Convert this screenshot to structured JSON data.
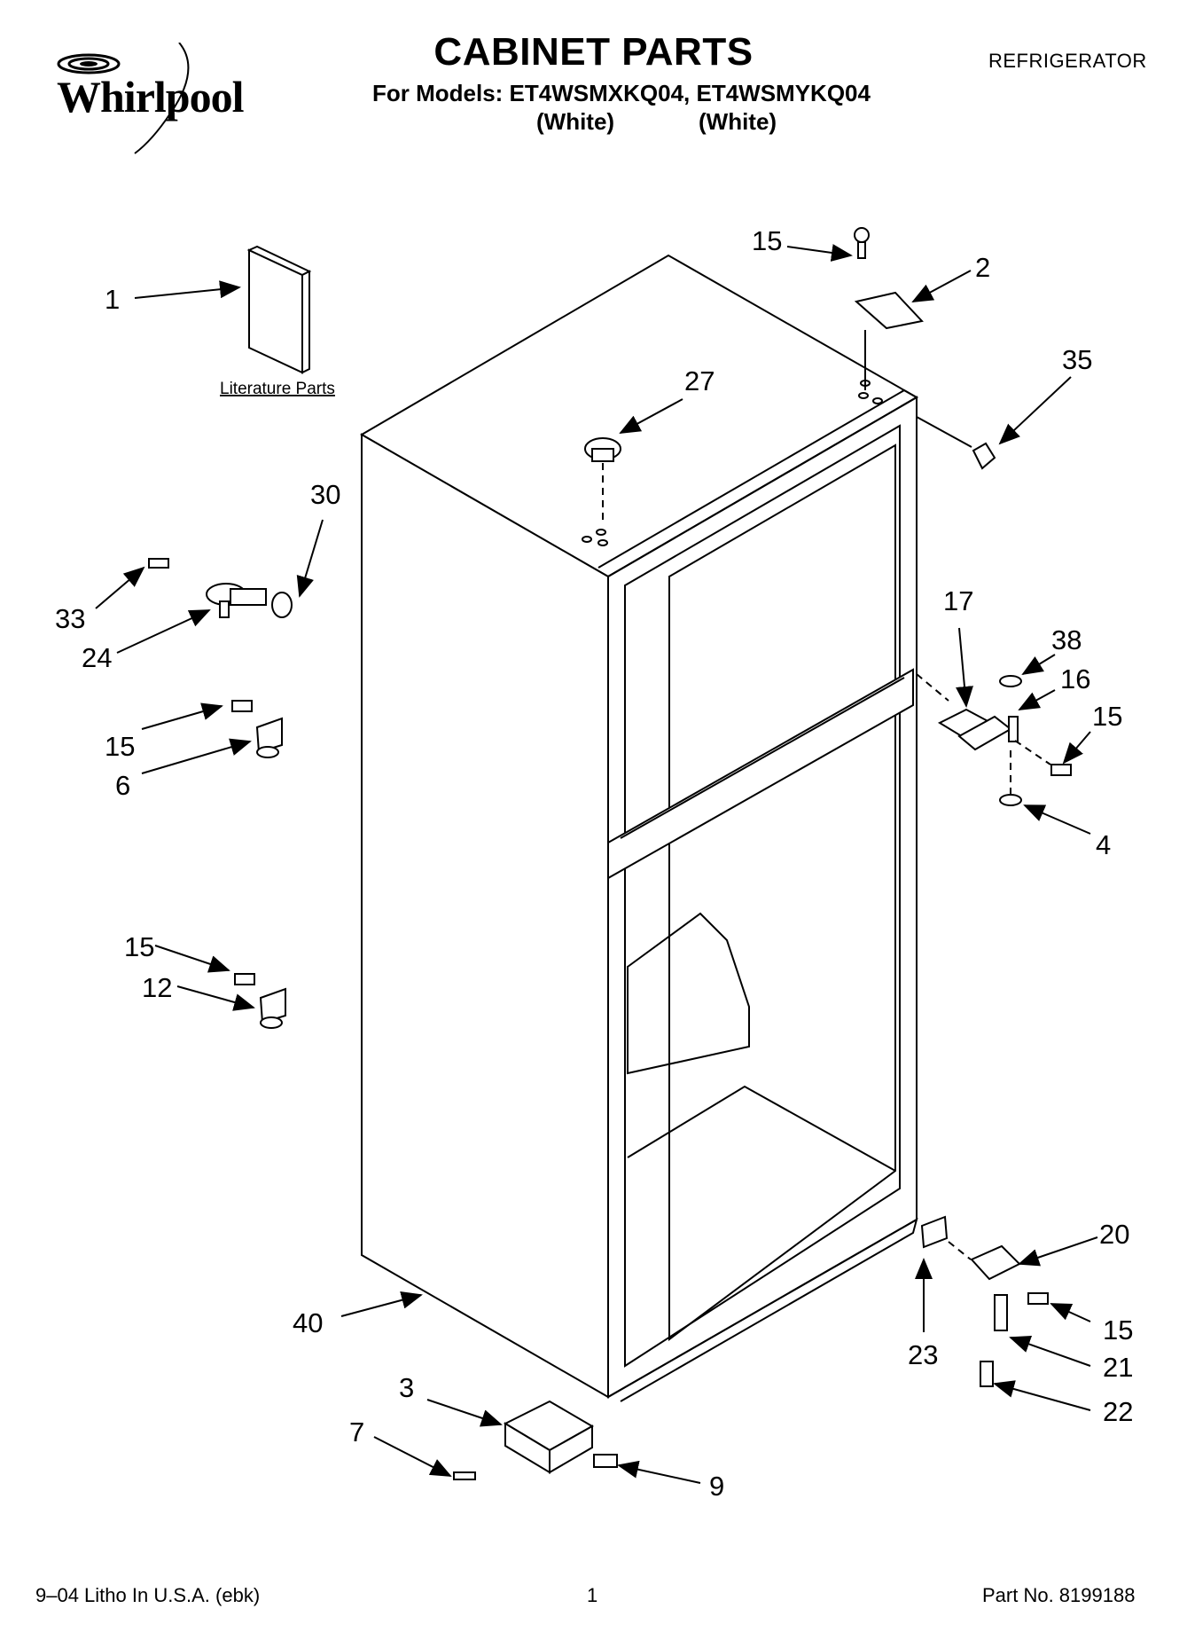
{
  "header": {
    "brand": "Whirlpool",
    "title": "CABINET PARTS",
    "models_line": "For Models: ET4WSMXKQ04, ET4WSMYKQ04",
    "color_1": "(White)",
    "color_2": "(White)",
    "category": "REFRIGERATOR"
  },
  "diagram": {
    "literature_label": "Literature Parts",
    "callouts": {
      "c1": "1",
      "c2": "2",
      "c3": "3",
      "c4": "4",
      "c6": "6",
      "c7": "7",
      "c9": "9",
      "c12": "12",
      "c15a": "15",
      "c15b": "15",
      "c15c": "15",
      "c15d": "15",
      "c15e": "15",
      "c16": "16",
      "c17": "17",
      "c20": "20",
      "c21": "21",
      "c22": "22",
      "c23": "23",
      "c24": "24",
      "c27": "27",
      "c30": "30",
      "c33": "33",
      "c35": "35",
      "c38": "38",
      "c40": "40"
    }
  },
  "footer": {
    "left": "9–04 Litho In U.S.A. (ebk)",
    "center": "1",
    "right": "Part No. 8199188"
  }
}
